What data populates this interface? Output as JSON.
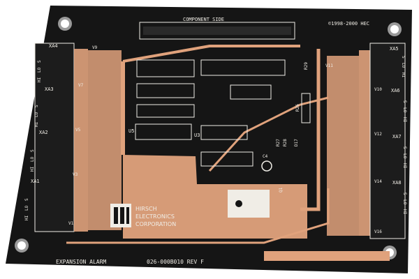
{
  "board": {
    "component_side_label": "COMPONENT SIDE",
    "copyright": "©1998-2000 HEC",
    "footer_product": "EXPANSION ALARM",
    "footer_part": "026-000B010 REV F",
    "brand_line1": "HIRSCH",
    "brand_line2": "ELECTRONICS",
    "brand_line3": "CORPORATION",
    "colors": {
      "soldermask": "#141414",
      "copper": "#e0a27c",
      "silkscreen": "#f0ede6",
      "background": "#ffffff"
    }
  },
  "left_connectors": [
    {
      "label": "XA4",
      "pins": [
        "HI",
        "LO",
        "S"
      ],
      "v_label": "V7"
    },
    {
      "label": "XA3",
      "pins": [
        "HI",
        "LO",
        "S"
      ],
      "v_label": "V5"
    },
    {
      "label": "XA2",
      "pins": [
        "HI",
        "LO",
        "S"
      ],
      "v_label": "V3"
    },
    {
      "label": "XA1",
      "pins": [
        "HI",
        "LO",
        "S"
      ],
      "v_label": "V1"
    }
  ],
  "right_connectors": [
    {
      "label": "XA5",
      "pins": [
        "S",
        "LO",
        "HI"
      ],
      "v_label": "V10"
    },
    {
      "label": "XA6",
      "pins": [
        "S",
        "LO",
        "HI"
      ],
      "v_label": "V12"
    },
    {
      "label": "XA7",
      "pins": [
        "S",
        "LO",
        "HI"
      ],
      "v_label": "V14"
    },
    {
      "label": "XA8",
      "pins": [
        "S",
        "LO",
        "HI"
      ],
      "v_label": "V16"
    }
  ],
  "designators": {
    "u_left": "U5",
    "u_right": "U3",
    "r27": "R27",
    "r28": "R28",
    "d17": "D17",
    "c4": "C4",
    "q1": "Q1",
    "r26": "R26",
    "r29": "R29",
    "v9": "V9",
    "v11": "V11"
  }
}
